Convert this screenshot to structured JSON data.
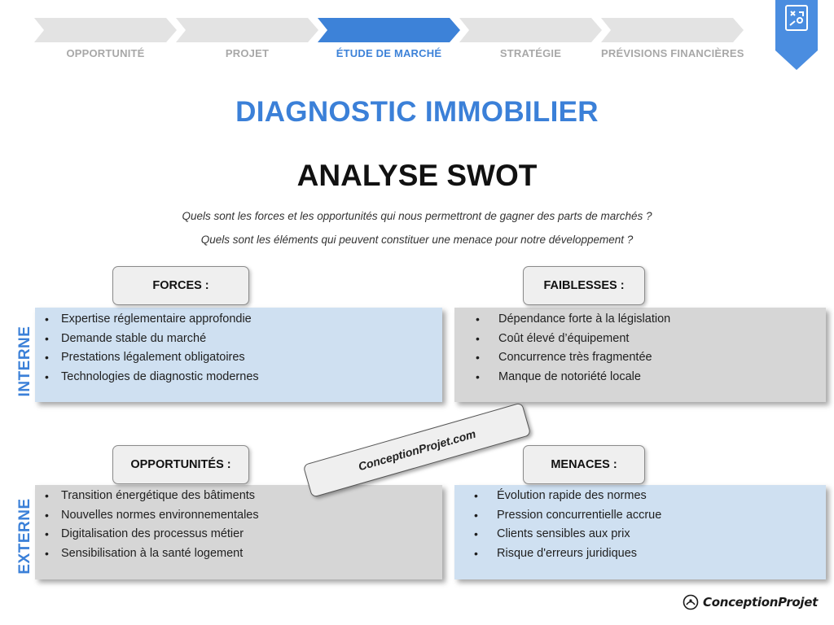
{
  "steps": [
    {
      "label": "OPPORTUNITÉ"
    },
    {
      "label": "PROJET"
    },
    {
      "label": "ÉTUDE DE MARCHÉ"
    },
    {
      "label": "STRATÉGIE"
    },
    {
      "label": "PRÉVISIONS FINANCIÈRES"
    }
  ],
  "active_step": "ÉTUDE DE MARCHÉ",
  "bookmark_icon": "strategy-board-icon",
  "title": "DIAGNOSTIC IMMOBILIER",
  "subtitle": "ANALYSE SWOT",
  "questions": [
    "Quels sont les forces et les opportunités qui nous permettront de gagner des parts de marchés ?",
    "Quels sont les éléments qui peuvent constituer une menace pour notre développement ?"
  ],
  "side_labels": {
    "internal": "INTERNE",
    "external": "EXTERNE"
  },
  "swot": {
    "forces": {
      "label": "FORCES :",
      "items": [
        "Expertise réglementaire approfondie",
        "Demande stable du marché",
        "Prestations légalement obligatoires",
        "Technologies de diagnostic modernes"
      ]
    },
    "faiblesses": {
      "label": "FAIBLESSES :",
      "items": [
        "Dépendance forte à la législation",
        "Coût élevé d’équipement",
        "Concurrence très fragmentée",
        "Manque de notoriété locale"
      ]
    },
    "opportunites": {
      "label": "OPPORTUNITÉS :",
      "items": [
        "Transition énergétique des bâtiments",
        "Nouvelles normes environnementales",
        "Digitalisation des processus métier",
        "Sensibilisation à la santé logement"
      ]
    },
    "menaces": {
      "label": "MENACES :",
      "items": [
        "Évolution rapide des normes",
        "Pression concurrentielle accrue",
        "Clients sensibles aux prix",
        "Risque d'erreurs juridiques"
      ]
    }
  },
  "watermark": "ConceptionProjet.com",
  "brand": {
    "name": "ConceptionProjet",
    "icon": "chef-hat-logo-icon"
  },
  "colors": {
    "accent_blue": "#3b80d8",
    "step_inactive": "#e3e3e3",
    "quad_blue": "#cfe0f1",
    "quad_grey": "#d6d6d6",
    "bookmark": "#4a8de0"
  }
}
